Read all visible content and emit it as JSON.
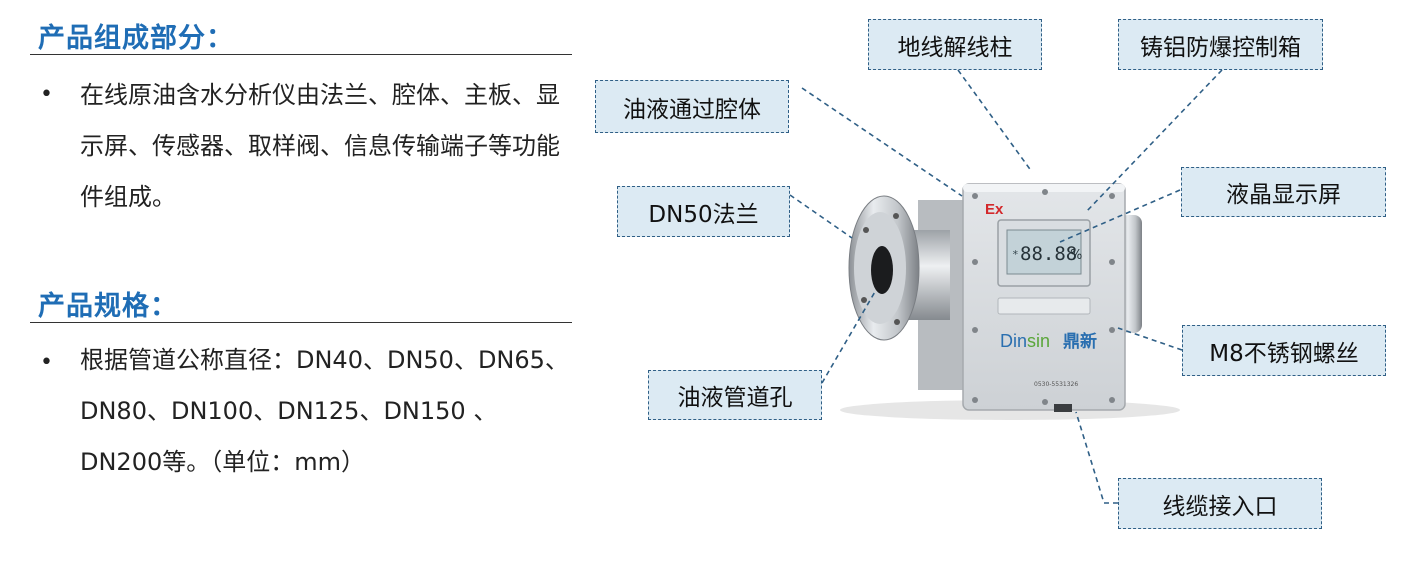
{
  "composition": {
    "heading": "产品组成部分：",
    "bullet": "•",
    "text": "在线原油含水分析仪由法兰、腔体、主板、显示屏、传感器、取样阀、信息传输端子等功能件组成。"
  },
  "specs": {
    "heading": "产品规格：",
    "bullet": "•",
    "text": "根据管道公称直径：DN40、DN50、DN65、DN80、DN100、DN125、DN150 、DN200等。（单位：mm）"
  },
  "device": {
    "ex_mark": "Ex",
    "lcd_reading": "88.88",
    "lcd_unit": "%",
    "lcd_star": "*",
    "brand_prefix": "Din",
    "brand_suffix": "sin",
    "brand_cn": "鼎新",
    "phone": "0530-5531326"
  },
  "callouts": {
    "ground_terminal": "地线解线柱",
    "explosion_box": "铸铝防爆控制箱",
    "oil_chamber": "油液通过腔体",
    "flange": "DN50法兰",
    "lcd": "液晶显示屏",
    "bolt": "M8不锈钢螺丝",
    "oil_pipe_hole": "油液管道孔",
    "cable_entry": "线缆接入口"
  },
  "colors": {
    "heading_blue": "#1f6db5",
    "callout_fill": "#dceaf3",
    "callout_border": "#2f5f86",
    "ex_red": "#d3282b",
    "brand_blue": "#2a6fb0",
    "brand_green": "#5aa63a"
  }
}
